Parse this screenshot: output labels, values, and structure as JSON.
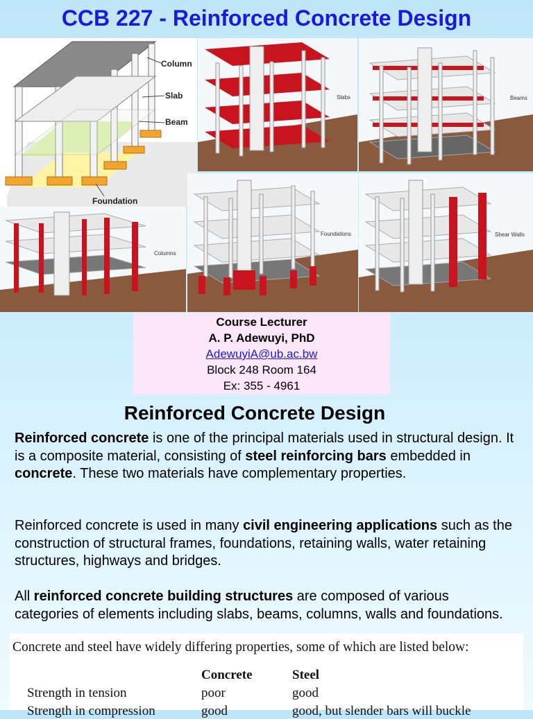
{
  "title": "CCB 227 - Reinforced Concrete Design",
  "images": {
    "main": {
      "labels": [
        "Column",
        "Slab",
        "Beam",
        "Foundation"
      ]
    },
    "slabs": {
      "label": "Slabs"
    },
    "beams": {
      "label": "Beams"
    },
    "columns": {
      "label": "Columns"
    },
    "foundations": {
      "label": "Foundations"
    },
    "shear_walls": {
      "label": "Shear Walls"
    }
  },
  "lecturer": {
    "heading": "Course Lecturer",
    "name": "A. P. Adewuyi, PhD",
    "email": "AdewuyiA@ub.ac.bw",
    "office": "Block 248 Room 164",
    "phone": "Ex: 355 - 4961"
  },
  "section_title": "Reinforced Concrete Design",
  "para1": {
    "b1": "Reinforced concrete",
    "t1": " is one of the principal materials used in structural design. It is a composite material, consisting of ",
    "b2": "steel reinforcing bars",
    "t2": " embedded in ",
    "b3": "concrete",
    "t3": ". These two materials have complementary properties."
  },
  "para2": {
    "t1": "Reinforced concrete is used in many ",
    "b1": "civil engineering applications",
    "t2": " such as the construction of structural frames, foundations, retaining walls, water retaining structures, highways and bridges."
  },
  "para3": {
    "t1": "All ",
    "b1": "reinforced concrete building structures",
    "t2": " are composed of various categories of elements including slabs, beams, columns, walls and foundations."
  },
  "table": {
    "intro": "Concrete and steel have widely differing properties, some of which are listed below:",
    "headers": [
      "Concrete",
      "Steel"
    ],
    "rows": [
      [
        "Strength in tension",
        "poor",
        "good"
      ],
      [
        "Strength in compression",
        "good",
        "good, but slender bars will buckle"
      ]
    ]
  },
  "colors": {
    "title": "#1a1adc",
    "highlight_red": "#c8141e",
    "lecturer_bg": "#fce6fa"
  }
}
